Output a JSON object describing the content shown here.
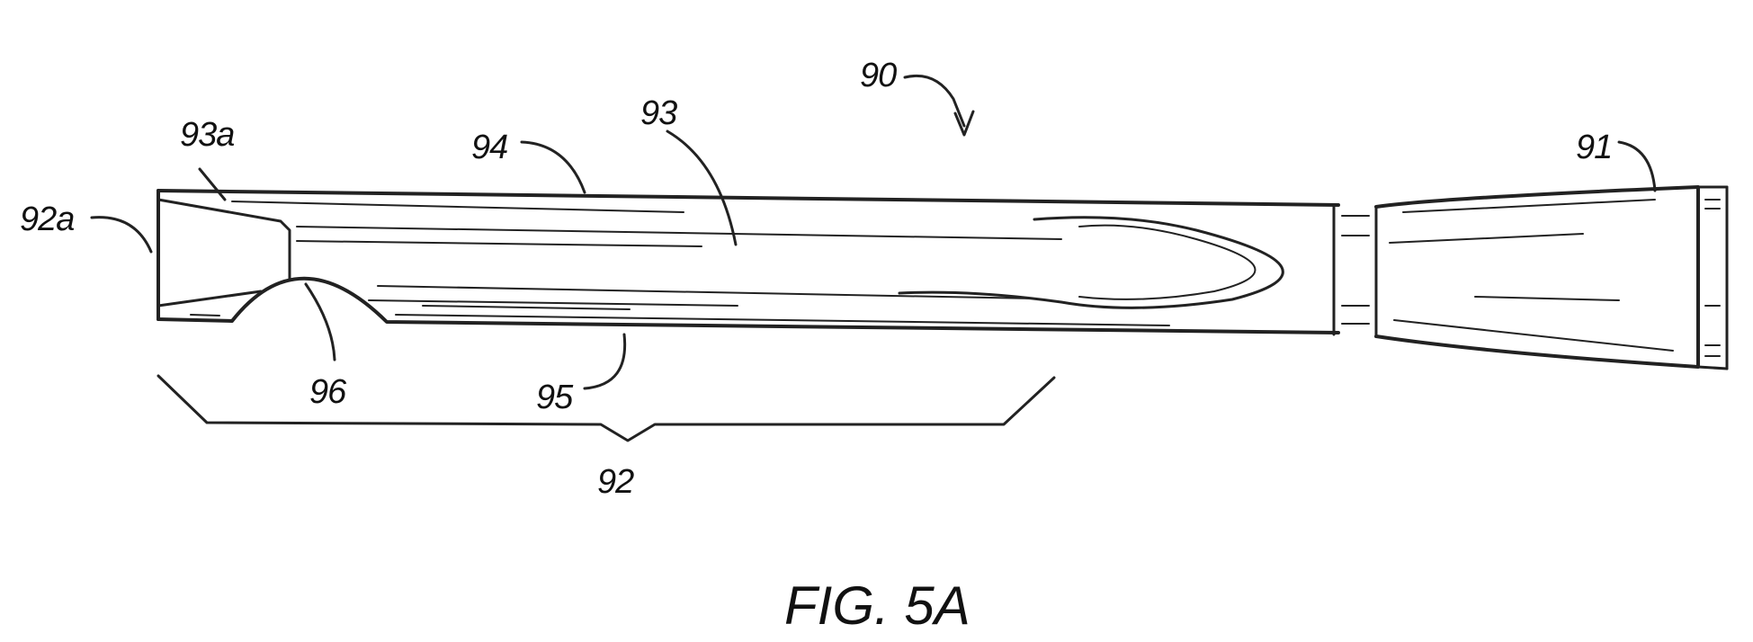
{
  "figure": {
    "caption": "FIG. 5A",
    "labels": {
      "l90": "90",
      "l93a": "93a",
      "l93": "93",
      "l94": "94",
      "l91": "91",
      "l92a": "92a",
      "l96": "96",
      "l95": "95",
      "l92": "92"
    }
  }
}
